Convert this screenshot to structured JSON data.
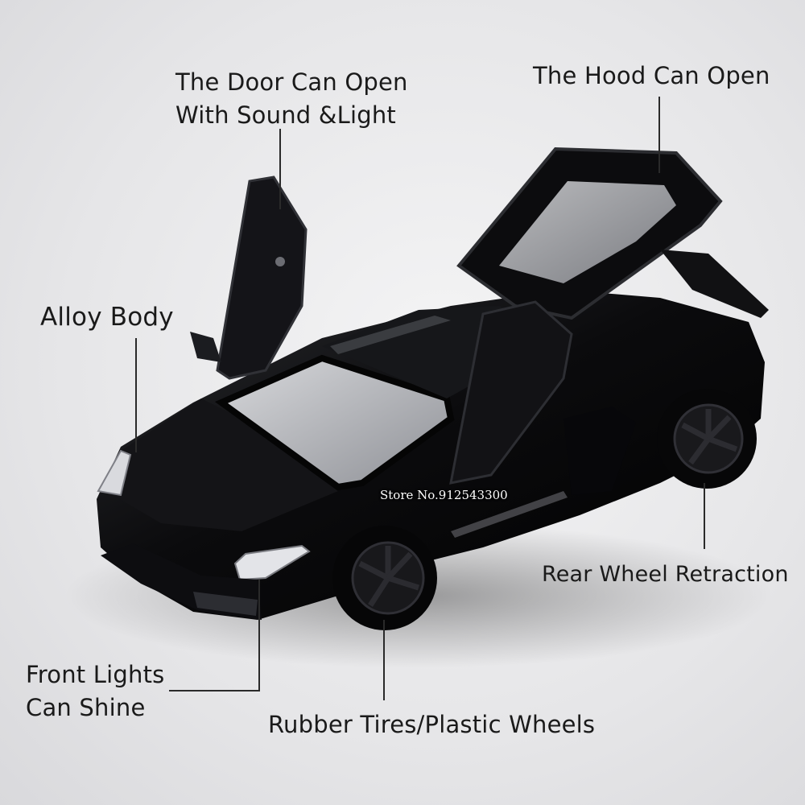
{
  "labels": {
    "door": [
      "The Door Can Open",
      "With Sound &Light"
    ],
    "hood": "The Hood Can Open",
    "body": "Alloy Body",
    "rear_wheel": "Rear Wheel Retraction",
    "front_lights": [
      "Front Lights",
      "Can Shine"
    ],
    "tires": "Rubber Tires/Plastic Wheels"
  },
  "watermark": "Store No.912543300",
  "colors": {
    "car_body": "#0b0b0d",
    "car_highlight": "#3a3b40",
    "background": "#e8e8ea",
    "text": "#1a1a1a"
  }
}
